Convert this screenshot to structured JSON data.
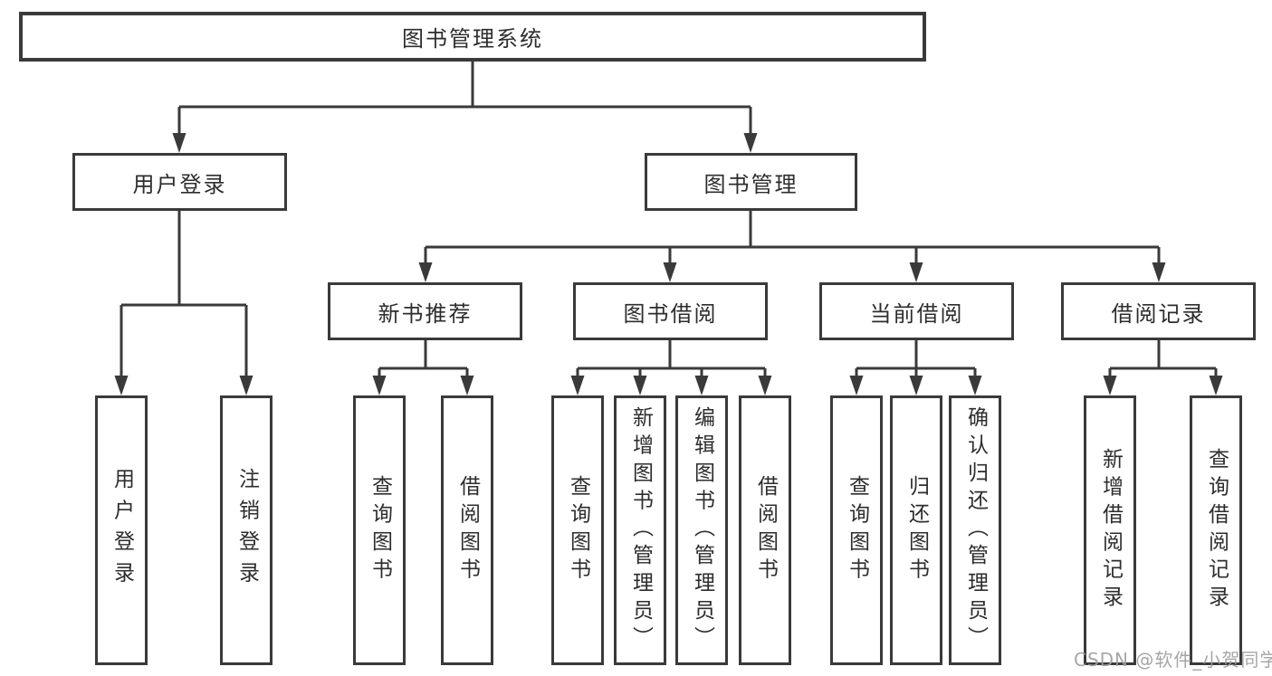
{
  "diagram": {
    "root": "图书管理系统",
    "branches": [
      {
        "label": "用户登录",
        "children": [
          "用户登录",
          "注销登录"
        ]
      },
      {
        "label": "图书管理",
        "groups": [
          {
            "label": "新书推荐",
            "children": [
              "查询图书",
              "借阅图书"
            ]
          },
          {
            "label": "图书借阅",
            "children": [
              "查询图书",
              "新增图书（管理员）",
              "编辑图书（管理员）",
              "借阅图书"
            ]
          },
          {
            "label": "当前借阅",
            "children": [
              "查询图书",
              "归还图书",
              "确认归还（管理员）"
            ]
          },
          {
            "label": "借阅记录",
            "children": [
              "新增借阅记录",
              "查询借阅记录"
            ]
          }
        ]
      }
    ]
  },
  "watermark": "CSDN @软件_小贺同学",
  "colors": {
    "line": "#3a3a3a",
    "text": "#2d2d2d",
    "box_background": "#ffffff",
    "watermark": "#9e9e9e",
    "background": "#ffffff"
  }
}
